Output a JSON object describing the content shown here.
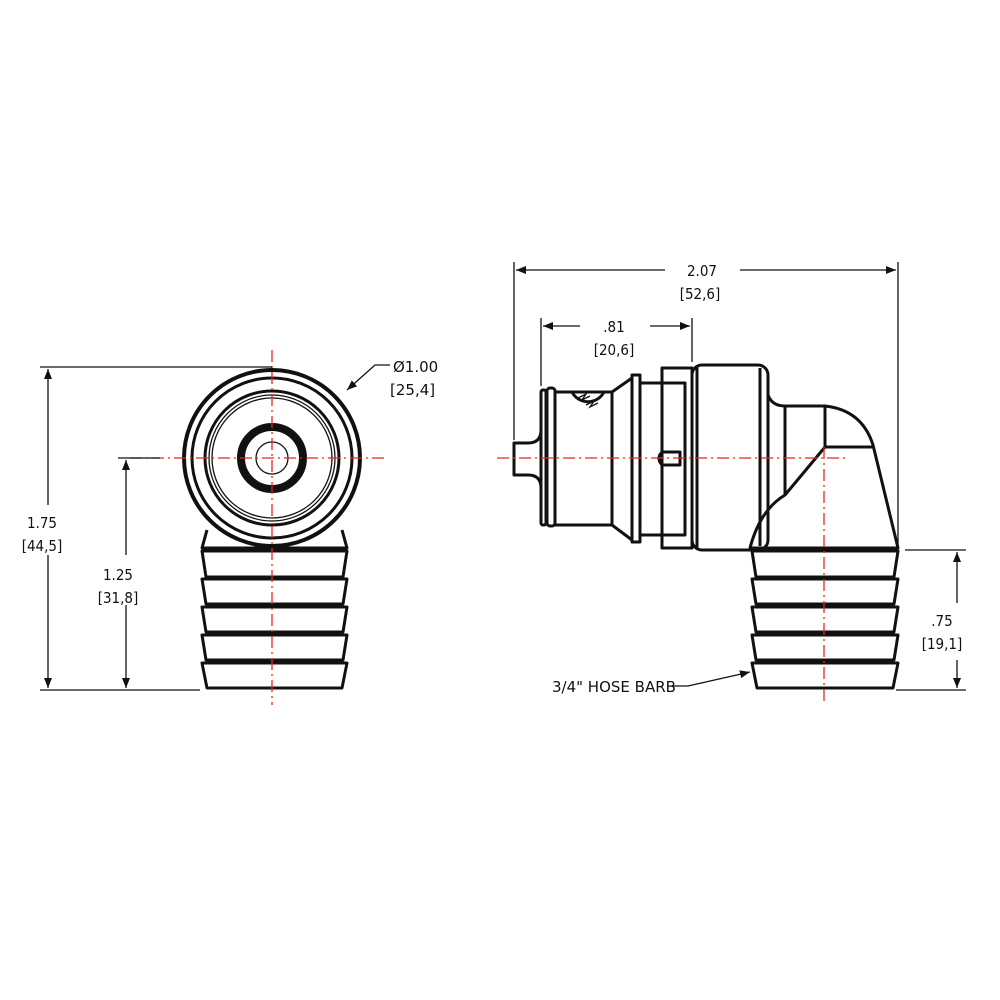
{
  "colors": {
    "outline": "#111111",
    "centerline": "#e8261e",
    "background": "#ffffff"
  },
  "front_view": {
    "diameter": {
      "inch": "Ø1.00",
      "mm": "[25,4]"
    },
    "overall_height": {
      "inch": "1.75",
      "mm": "[44,5]"
    },
    "center_height": {
      "inch": "1.25",
      "mm": "[31,8]"
    }
  },
  "side_view": {
    "overall_length": {
      "inch": "2.07",
      "mm": "[52,6]"
    },
    "insert_length": {
      "inch": ".81",
      "mm": "[20,6]"
    },
    "barb_length": {
      "inch": ".75",
      "mm": "[19,1]"
    },
    "barb_label": "3/4\" HOSE BARB"
  }
}
